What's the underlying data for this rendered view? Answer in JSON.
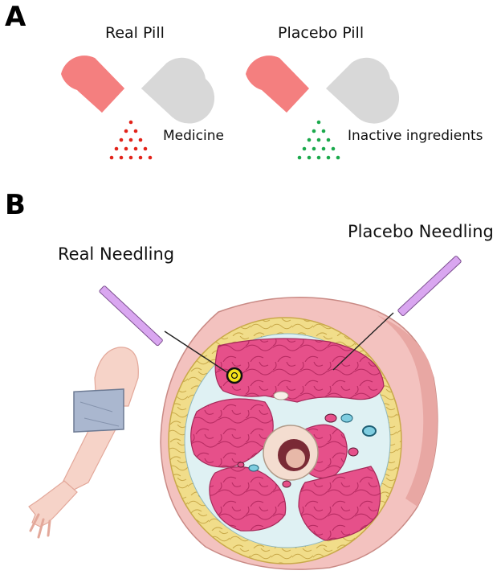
{
  "panel_a": {
    "letter": "A",
    "real_pill": {
      "title": "Real Pill",
      "contents_label": "Medicine",
      "body_color": "#f47f7f",
      "dot_color": "#e2231a"
    },
    "placebo_pill": {
      "title": "Placebo Pill",
      "contents_label": "Inactive ingredients",
      "body_color": "#f47f7f",
      "dot_color": "#1ba94c"
    },
    "cap_color": "#d8d8d8"
  },
  "panel_b": {
    "letter": "B",
    "real_needling_label": "Real Needling",
    "placebo_needling_label": "Placebo Needling",
    "needle_color": "#d9a6f0",
    "muscle_color": "#e6508a",
    "fat_color": "#f1dd8a",
    "skin_color": "#f3c2bf"
  }
}
